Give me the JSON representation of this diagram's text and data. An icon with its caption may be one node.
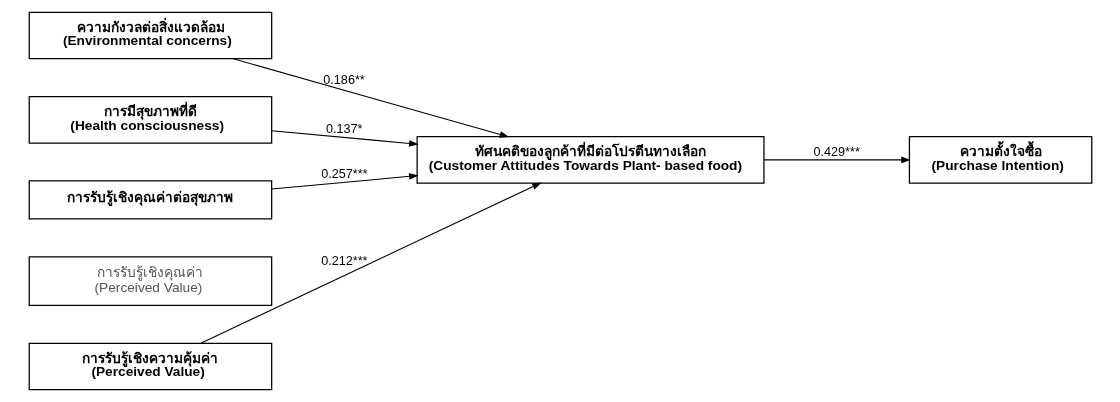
{
  "diagram": {
    "nodes": [
      {
        "text": [
          "ความกังวลต่อสิ่งแวดล้อม",
          "(Environmental concerns)"
        ]
      },
      {
        "text": [
          "การมีสุขภาพที่ดี",
          "(Health consciousness)"
        ]
      },
      {
        "text": [
          "การรับรู้เชิงคุณค่าต่อสุขภาพ"
        ]
      },
      {
        "text": [
          "การรับรู้เชิงคุณค่า",
          "(Perceived Value)"
        ]
      },
      {
        "text": [
          "การรับรู้เชิงความคุ้มค่า",
          "(Perceived Value)"
        ]
      },
      {
        "text": [
          "ทัศนคติของลูกค้าที่มีต่อโปรตีนทางเลือก",
          "(Customer Attitudes Towards Plant- based food)"
        ]
      },
      {
        "text": [
          "ความตั้งใจซื้อ",
          "(Purchase Intention)"
        ]
      }
    ],
    "edges": [
      {
        "from": 0,
        "to": 5,
        "arrow": "to",
        "label": "0.186**"
      },
      {
        "from": 1,
        "to": 5,
        "arrow": "to",
        "label": "0.137*"
      },
      {
        "from": 2,
        "to": 5,
        "arrow": "to",
        "label": "0.257***"
      },
      {
        "from": 4,
        "to": 5,
        "arrow": "to",
        "label": "0.212***"
      },
      {
        "from": 5,
        "to": 6,
        "arrow": "to",
        "label": "0.429***"
      }
    ]
  }
}
